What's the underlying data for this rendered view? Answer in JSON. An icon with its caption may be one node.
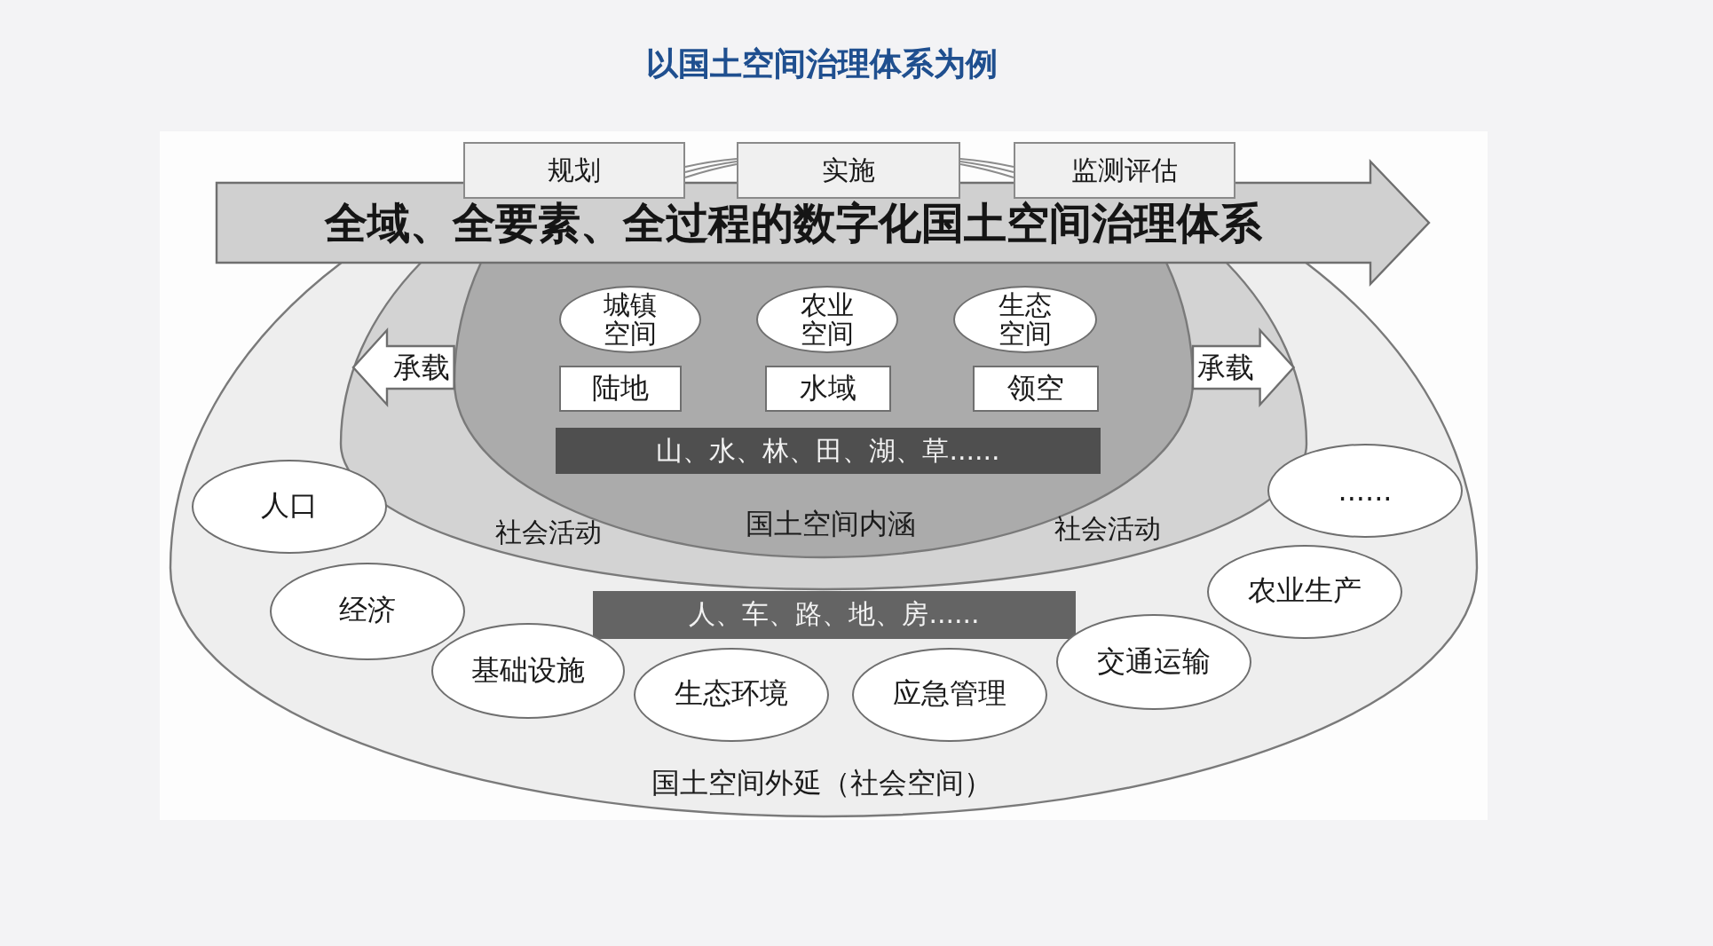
{
  "diagram": {
    "title": "以国土空间治理体系为例",
    "nodes": [
      {
        "text": [
          "规划"
        ]
      },
      {
        "text": [
          "实施"
        ]
      },
      {
        "text": [
          "监测评估"
        ]
      },
      {
        "text": [
          "全域、全要素、全过程的数字化国土空间治理体系"
        ]
      },
      {
        "text": [
          "国土空间外延（社会空间）"
        ]
      },
      {
        "text": [
          "社会活动",
          "社会活动"
        ],
        "in": 4
      },
      {
        "text": [
          "国土空间内涵"
        ],
        "in": 5
      },
      {
        "text": [
          "城镇空间"
        ],
        "in": 6
      },
      {
        "text": [
          "农业空间"
        ],
        "in": 6
      },
      {
        "text": [
          "生态空间"
        ],
        "in": 6
      },
      {
        "text": [
          "陆地"
        ],
        "in": 6
      },
      {
        "text": [
          "水域"
        ],
        "in": 6
      },
      {
        "text": [
          "领空"
        ],
        "in": 6
      },
      {
        "text": [
          "山、水、林、田、湖、草......"
        ],
        "in": 6
      },
      {
        "text": [
          "人口"
        ],
        "in": 4
      },
      {
        "text": [
          "......"
        ],
        "in": 4
      },
      {
        "text": [
          "经济"
        ],
        "in": 4
      },
      {
        "text": [
          "农业生产"
        ],
        "in": 4
      },
      {
        "text": [
          "人、车、路、地、房......"
        ],
        "in": 4
      },
      {
        "text": [
          "基础设施"
        ],
        "in": 4
      },
      {
        "text": [
          "交通运输"
        ],
        "in": 4
      },
      {
        "text": [
          "生态环境"
        ],
        "in": 4
      },
      {
        "text": [
          "应急管理"
        ],
        "in": 4
      }
    ],
    "edges": [
      {
        "from": 6,
        "to": 5,
        "arrow": "to",
        "label": "承载"
      },
      {
        "from": 6,
        "to": 5,
        "arrow": "to",
        "label": "承载"
      }
    ]
  }
}
